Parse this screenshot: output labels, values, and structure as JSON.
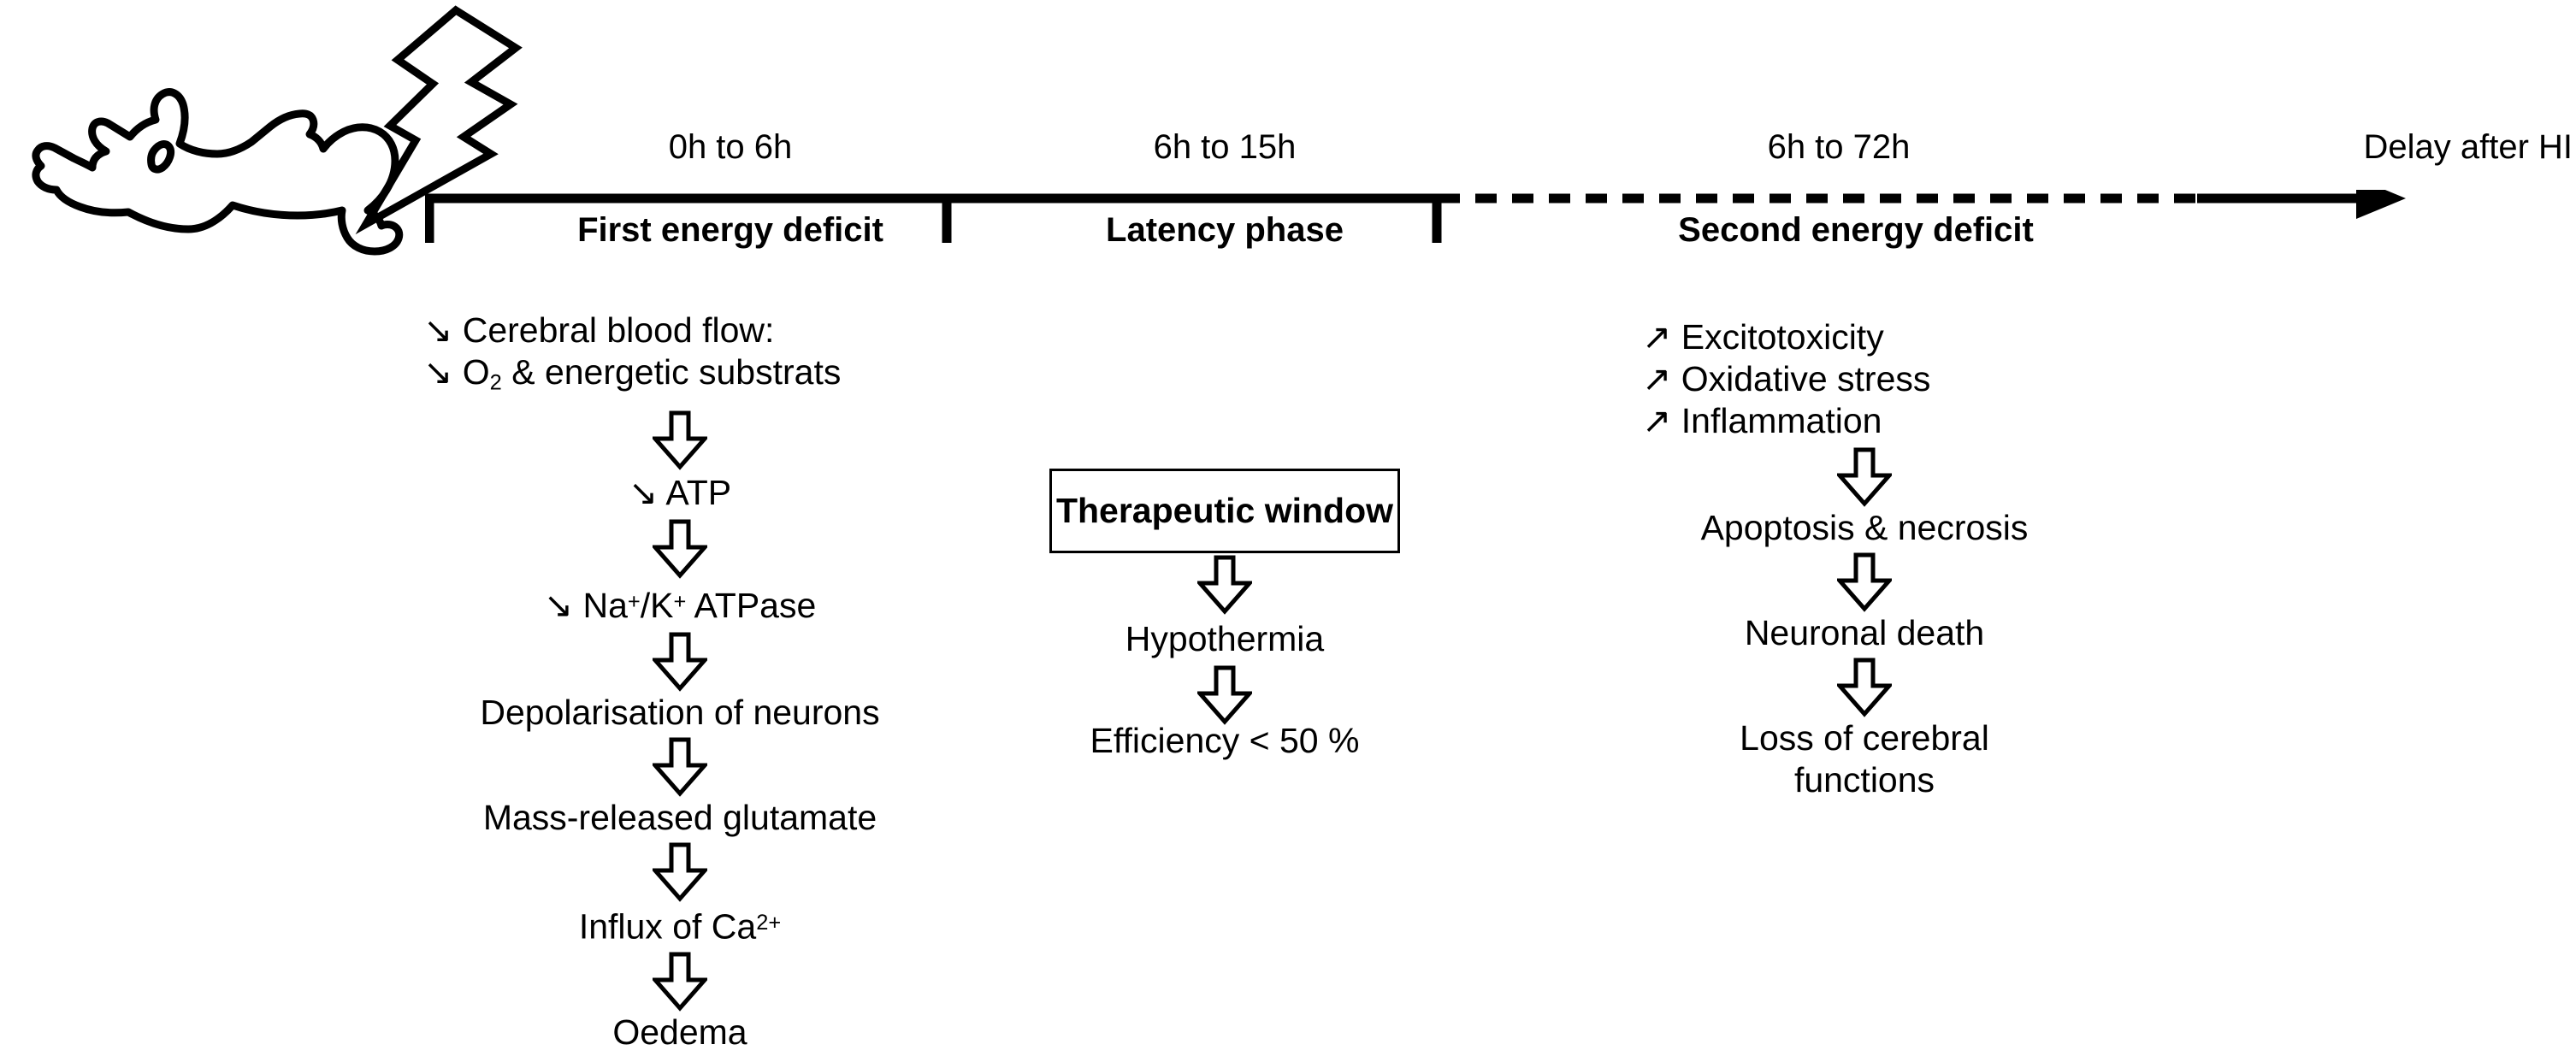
{
  "figure": {
    "type": "timeline-cascade-diagram",
    "subject": "Hypoxic-ischaemic (HI) brain injury cascade over time"
  },
  "artwork": {
    "animal_icon": "piglet-outline-icon",
    "event_icon": "lightning-bolt-icon"
  },
  "timeline": {
    "axis_end_label": "Delay after HI",
    "phases": [
      {
        "duration": "0h to 6h",
        "name": "First energy deficit"
      },
      {
        "duration": "6h to 15h",
        "name": "Latency phase"
      },
      {
        "duration": "6h to 72h",
        "name": "Second energy deficit"
      }
    ]
  },
  "columns": {
    "first_energy_deficit": {
      "header_lines": [
        "↘ Cerebral blood flow:",
        "↘ O2 & energetic substrats"
      ],
      "steps": [
        "↘ ATP",
        "↘ Na+/K+ ATPase",
        "Depolarisation of neurons",
        "Mass-released glutamate",
        "Influx of Ca2+",
        "Oedema"
      ]
    },
    "latency_phase": {
      "box_label": "Therapeutic window",
      "steps": [
        "Hypothermia",
        "Efficiency < 50 %"
      ]
    },
    "second_energy_deficit": {
      "header_lines": [
        "↗ Excitotoxicity",
        "↗ Oxidative stress",
        "↗ Inflammation"
      ],
      "steps": [
        "Apoptosis & necrosis",
        "Neuronal death",
        "Loss of cerebral\nfunctions"
      ]
    }
  },
  "colors": {
    "ink": "#000000",
    "background": "#ffffff"
  }
}
